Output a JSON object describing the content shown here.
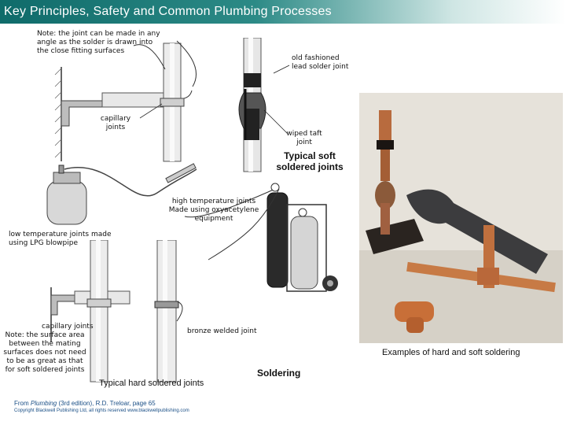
{
  "header": {
    "title": "Key Principles, Safety and Common Plumbing Processes"
  },
  "notes": {
    "angle_note": "Note: the joint can be made in any angle as the solder is drawn into the close fitting surfaces",
    "capillary_joints": "capillary joints",
    "old_fashioned": "old fashioned lead solder joint",
    "wiped_taft": "wiped taft joint",
    "typical_soft": "Typical soft soldered joints",
    "high_temp": "high temperature joints Made using oxyacetylene equipment",
    "low_temp": "low temperature joints made using LPG blowpipe",
    "capillary_joints_2": "capillary joints",
    "surface_note": "Note: the surface area between the mating surfaces does not need to be as great as that for soft soldered joints",
    "bronze": "bronze welded joint",
    "typical_hard": "Typical hard soldered joints",
    "soldering": "Soldering",
    "examples": "Examples of hard and soft soldering"
  },
  "footer": {
    "source_prefix": "From ",
    "source_book": "Plumbing",
    "source_rest": " (3rd edition), R.D. Treloar, page 65",
    "copyright": "Copyright Blackwell Publishing Ltd, all rights reserved www.blackwellpublishing.com"
  }
}
